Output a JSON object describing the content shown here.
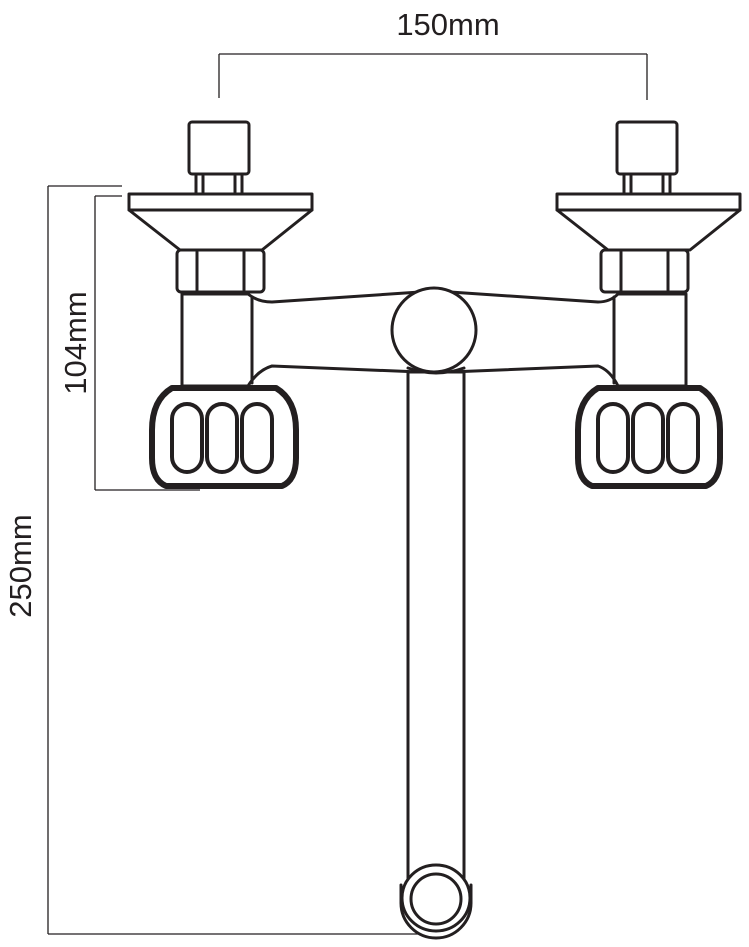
{
  "dimensions": {
    "width_label": "150mm",
    "height_label": "250mm",
    "inlet_height_label": "104mm"
  },
  "colors": {
    "line": "#231f20",
    "background": "#ffffff"
  }
}
